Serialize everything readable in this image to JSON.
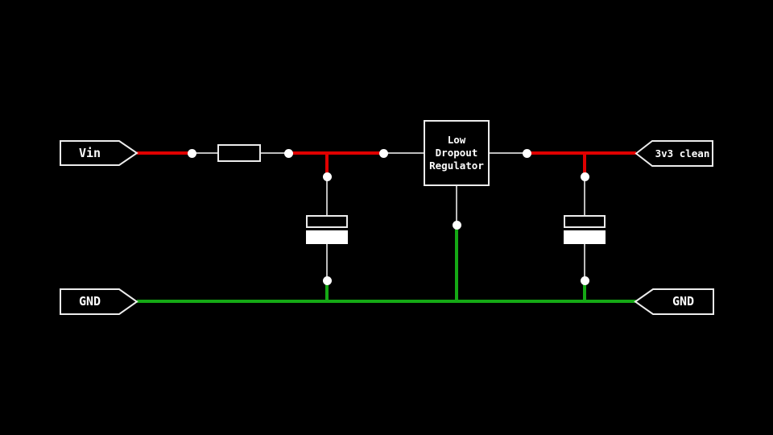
{
  "colors": {
    "background": "#000000",
    "power_net": "#e00000",
    "ground_net": "#15a915",
    "pin_wire": "#bcbcbc",
    "outline": "#ececec",
    "junction": "#ffffff",
    "text": "#ffffff"
  },
  "flags": {
    "vin": {
      "label": "Vin"
    },
    "out": {
      "label": "3v3 clean"
    },
    "gnd_left": {
      "label": "GND"
    },
    "gnd_right": {
      "label": "GND"
    }
  },
  "components": {
    "regulator": {
      "label": "Low\nDropout\nRegulator"
    }
  }
}
